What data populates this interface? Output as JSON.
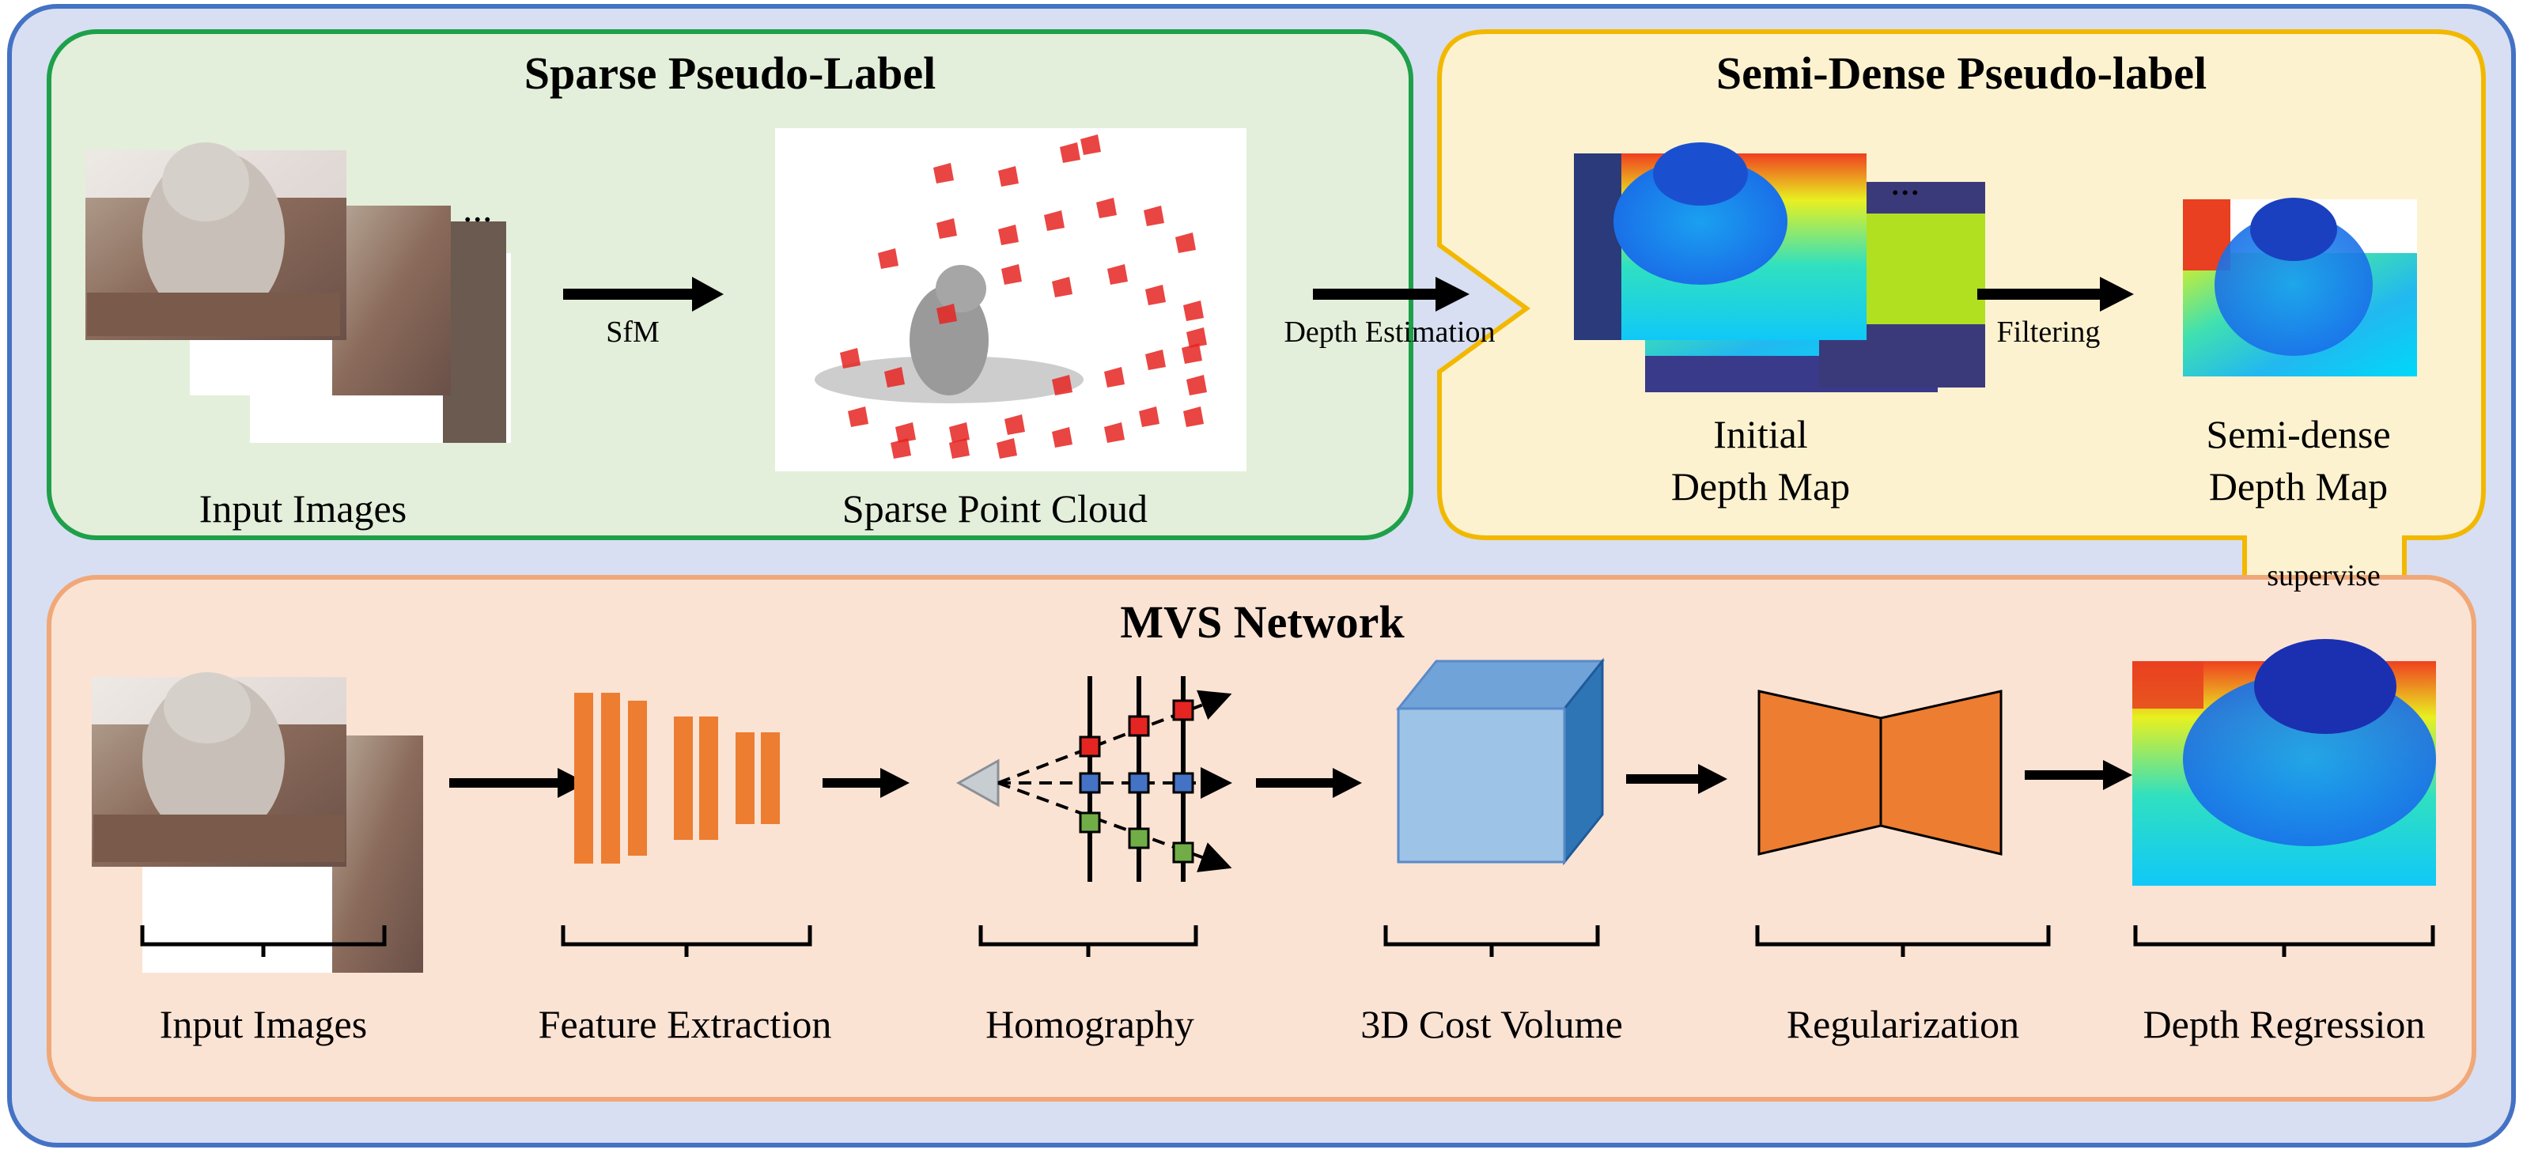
{
  "colors": {
    "outer_fill": "#d8dff2",
    "outer_border": "#4472c4",
    "sparse_fill": "#e3efda",
    "sparse_border": "#1ea04a",
    "semidense_fill": "#fdf2d0",
    "semidense_border": "#f2b800",
    "mvs_fill": "#fbe3d4",
    "mvs_border": "#f0a878",
    "orange": "#ed7d31",
    "cube_front": "#9dc3e6",
    "cube_top": "#70a3d8",
    "cube_side": "#2e75b6",
    "red_node": "#e52522",
    "blue_node": "#4472c4",
    "green_node": "#70ad47"
  },
  "sparse": {
    "title": "Sparse Pseudo-Label",
    "input_label": "Input Images",
    "sfm_label": "SfM",
    "pointcloud_label": "Sparse Point Cloud",
    "ellipsis": "..."
  },
  "transition": {
    "depth_estimation_label": "Depth Estimation"
  },
  "semidense": {
    "title": "Semi-Dense Pseudo-label",
    "initial_label_line1": "Initial",
    "initial_label_line2": "Depth Map",
    "filtering_label": "Filtering",
    "semidense_label_line1": "Semi-dense",
    "semidense_label_line2": "Depth Map",
    "supervise_label": "supervise",
    "ellipsis": "..."
  },
  "mvs": {
    "title": "MVS Network",
    "stages": [
      "Input Images",
      "Feature Extraction",
      "Homography",
      "3D Cost Volume",
      "Regularization",
      "Depth Regression"
    ]
  }
}
